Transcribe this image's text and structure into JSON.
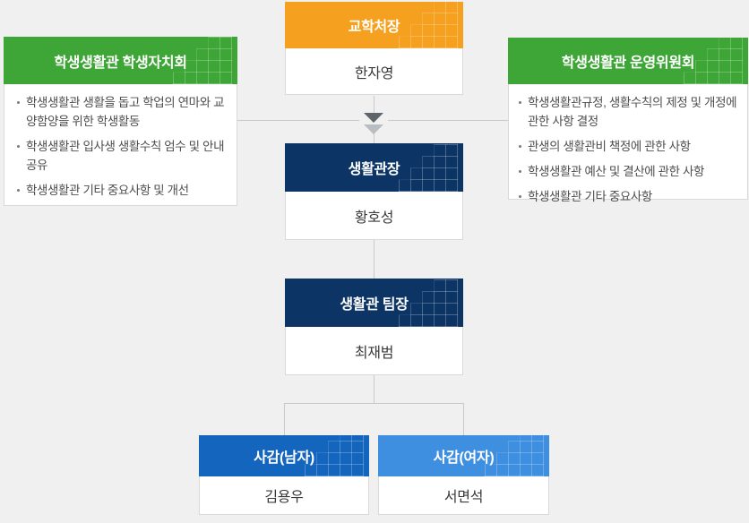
{
  "palette": {
    "background": "#f0f0f0",
    "orange": "#f6a01f",
    "green": "#3ea636",
    "navy": "#0c3566",
    "blue": "#1365bd",
    "light_blue": "#3e8fe0",
    "box_border": "#d9d9d9",
    "connector_line": "#c9c9c9",
    "arrow_dark": "#5d646b",
    "arrow_light": "#b8bdc2",
    "header_text": "#ffffff",
    "body_text": "#3a3a3a"
  },
  "nodes": {
    "dean": {
      "title": "교학처장",
      "name": "한자영"
    },
    "director": {
      "title": "생활관장",
      "name": "황호성"
    },
    "team_leader": {
      "title": "생활관 팀장",
      "name": "최재범"
    },
    "supervisor_male": {
      "title": "사감(남자)",
      "name": "김용우"
    },
    "supervisor_female": {
      "title": "사감(여자)",
      "name": "서면석"
    }
  },
  "panels": {
    "student_council": {
      "title": "학생생활관 학생자치회",
      "items": [
        "학생생활관 생활을 돕고 학업의 연마와 교양함양을 위한 학생활동",
        "학생생활관 입사생 생활수칙 엄수 및 안내 공유",
        "학생생활관 기타 중요사항 및 개선"
      ]
    },
    "steering_committee": {
      "title": "학생생활관 운영위원회",
      "items": [
        "학생생활관규정, 생활수칙의 제정 및 개정에 관한 사항 결정",
        "관생의 생활관비 책정에 관한 사항",
        "학생생활관 예산 및 결산에 관한 사항",
        "학생생활관 기타 중요사항"
      ]
    }
  }
}
